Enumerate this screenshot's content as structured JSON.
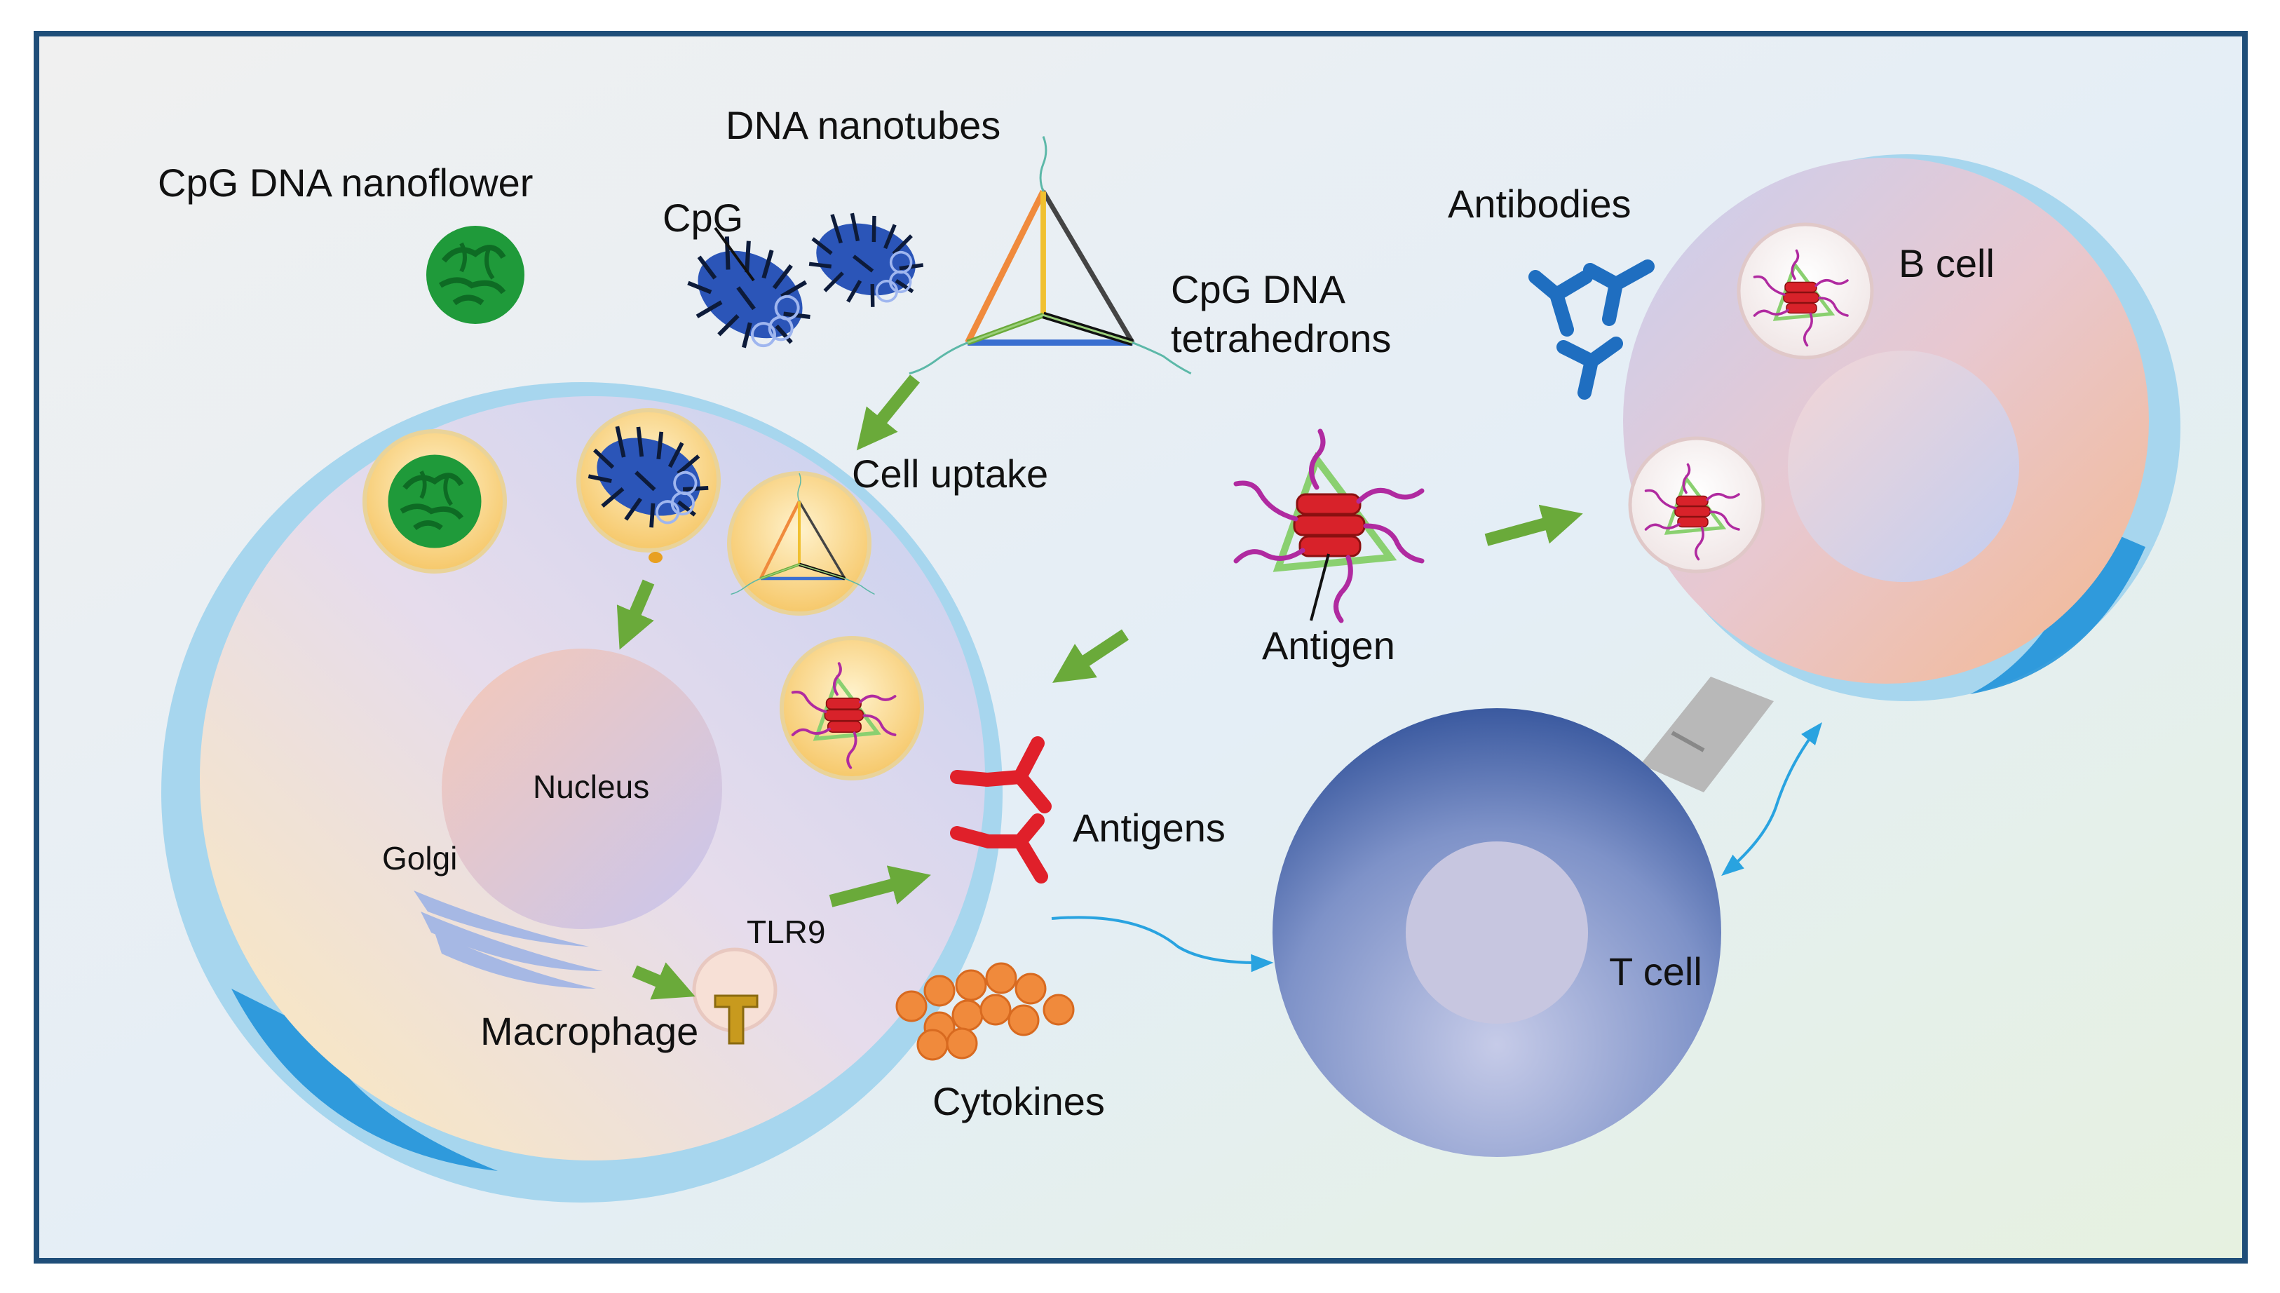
{
  "labels": {
    "nanoflower": "CpG DNA nanoflower",
    "nanotubes": "DNA nanotubes",
    "cpg": "CpG",
    "tetra_line1": "CpG DNA",
    "tetra_line2": "tetrahedrons",
    "antibodies": "Antibodies",
    "b_cell": "B cell",
    "cell_uptake": "Cell uptake",
    "antigen": "Antigen",
    "nucleus": "Nucleus",
    "golgi": "Golgi",
    "tlr9": "TLR9",
    "antigens": "Antigens",
    "macrophage": "Macrophage",
    "cytokines": "Cytokines",
    "t_cell": "T cell"
  },
  "colors": {
    "frame": "#1f4e79",
    "arrow_green": "#6aaa3a",
    "nanoflower": "#1f9a3a",
    "nanotube": "#2b55b8",
    "antibody_blue": "#1f6ec0",
    "antigen_red": "#e0202a",
    "antigen_strand": "#b02aa0",
    "cytokine": "#f08a3c",
    "thin_arrow": "#29a3e0"
  }
}
